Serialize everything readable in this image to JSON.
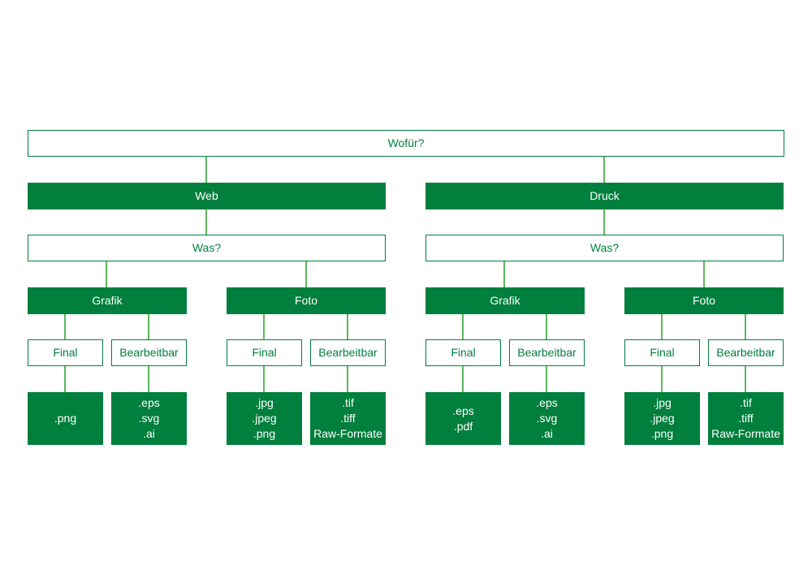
{
  "colors": {
    "primary": "#007f3d",
    "connector": "#5cb85c",
    "background": "#ffffff"
  },
  "root": "Wofür?",
  "branches": [
    {
      "label": "Web",
      "question": "Was?",
      "groups": [
        {
          "label": "Grafik",
          "final": {
            "label": "Final",
            "formats": [
              ".png"
            ]
          },
          "editable": {
            "label": "Bearbeitbar",
            "formats": [
              ".eps",
              ".svg",
              ".ai"
            ]
          }
        },
        {
          "label": "Foto",
          "final": {
            "label": "Final",
            "formats": [
              ".jpg",
              ".jpeg",
              ".png"
            ]
          },
          "editable": {
            "label": "Bearbeitbar",
            "formats": [
              ".tif",
              ".tiff",
              "Raw-Formate"
            ]
          }
        }
      ]
    },
    {
      "label": "Druck",
      "question": "Was?",
      "groups": [
        {
          "label": "Grafik",
          "final": {
            "label": "Final",
            "formats": [
              ".eps",
              ".pdf"
            ]
          },
          "editable": {
            "label": "Bearbeitbar",
            "formats": [
              ".eps",
              ".svg",
              ".ai"
            ]
          }
        },
        {
          "label": "Foto",
          "final": {
            "label": "Final",
            "formats": [
              ".jpg",
              ".jpeg",
              ".png"
            ]
          },
          "editable": {
            "label": "Bearbeitbar",
            "formats": [
              ".tif",
              ".tiff",
              "Raw-Formate"
            ]
          }
        }
      ]
    }
  ]
}
